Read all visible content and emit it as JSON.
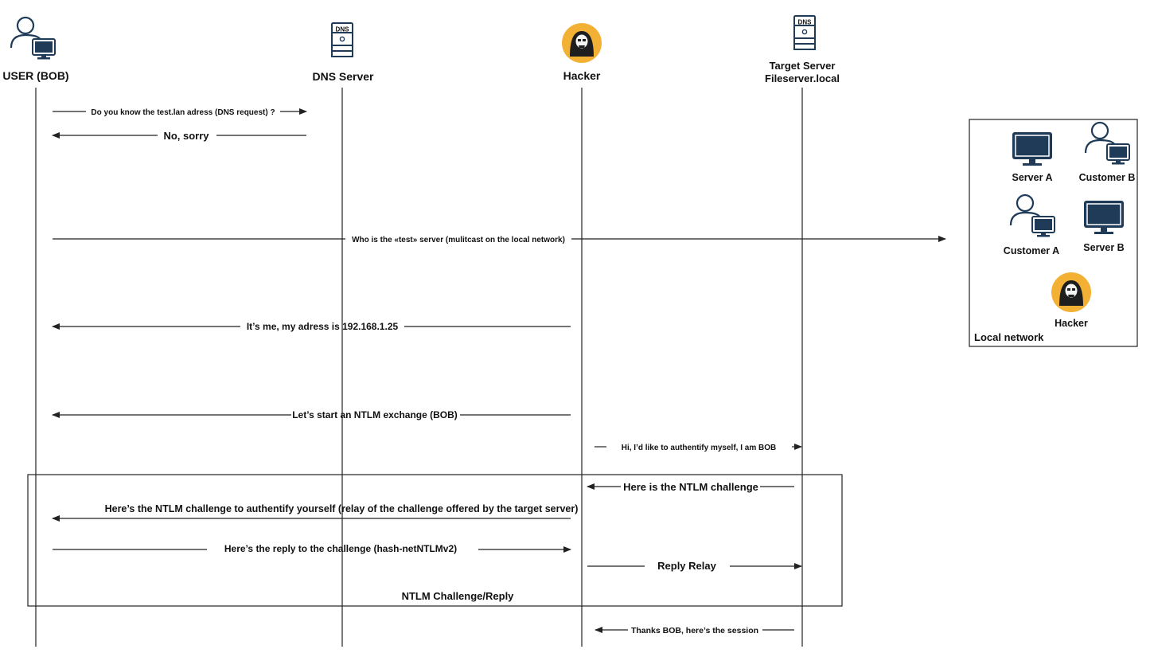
{
  "participants": [
    {
      "id": "user",
      "title": "USER (BOB)",
      "subtitle": "",
      "icon": "user-computer-icon"
    },
    {
      "id": "dns",
      "title": "DNS Server",
      "subtitle": "",
      "icon": "dns-server-icon",
      "icon_text": "DNS"
    },
    {
      "id": "hacker",
      "title": "Hacker",
      "subtitle": "",
      "icon": "hacker-icon"
    },
    {
      "id": "target",
      "title": "Target Server",
      "subtitle": "Fileserver.local",
      "icon": "dns-server-icon",
      "icon_text": "DNS"
    }
  ],
  "messages": [
    {
      "id": "m1",
      "text": "Do you know the test.lan adress (DNS request) ?"
    },
    {
      "id": "m2",
      "text": "No, sorry"
    },
    {
      "id": "m3",
      "text": "Who is the «test» server (mulitcast on the local network)"
    },
    {
      "id": "m4",
      "text": "It’s me, my adress is 192.168.1.25"
    },
    {
      "id": "m5",
      "text": "Let’s start an NTLM exchange (BOB)"
    },
    {
      "id": "m6",
      "text": "Hi, I’d like to authentify myself, I am BOB"
    },
    {
      "id": "m7",
      "text": "Here is the NTLM challenge"
    },
    {
      "id": "m8",
      "text": "Here’s the NTLM challenge to authentify yourself (relay of the challenge offered by the target server)"
    },
    {
      "id": "m9",
      "text": "Here’s the reply to the challenge (hash-netNTLMv2)"
    },
    {
      "id": "m10",
      "text": "Reply Relay"
    },
    {
      "id": "m11",
      "text": "Thanks BOB, here’s the session"
    }
  ],
  "group": {
    "label": "NTLM Challenge/Reply"
  },
  "local_network": {
    "label": "Local network",
    "nodes": [
      {
        "id": "server-a",
        "label": "Server A",
        "icon": "monitor-icon"
      },
      {
        "id": "customer-b",
        "label": "Customer B",
        "icon": "user-computer-icon"
      },
      {
        "id": "customer-a",
        "label": "Customer A",
        "icon": "user-computer-icon"
      },
      {
        "id": "server-b",
        "label": "Server B",
        "icon": "monitor-icon"
      },
      {
        "id": "hacker-node",
        "label": "Hacker",
        "icon": "hacker-icon"
      }
    ]
  },
  "colors": {
    "icon_blue": "#1f3b57",
    "hacker_bg": "#f2b134",
    "line": "#222222"
  }
}
